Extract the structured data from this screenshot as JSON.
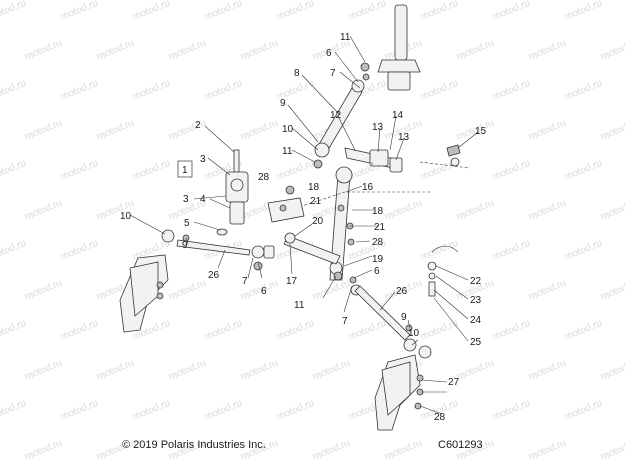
{
  "watermark": "motod.ru",
  "copyright": "© 2019 Polaris Industries Inc.",
  "diagram_code": "C601293",
  "callouts": [
    "1",
    "2",
    "3",
    "3",
    "4",
    "5",
    "6",
    "6",
    "6",
    "7",
    "7",
    "7",
    "8",
    "9",
    "9",
    "9",
    "10",
    "10",
    "10",
    "11",
    "11",
    "11",
    "12",
    "13",
    "13",
    "14",
    "15",
    "16",
    "17",
    "18",
    "18",
    "19",
    "20",
    "21",
    "21",
    "22",
    "23",
    "24",
    "25",
    "26",
    "26",
    "27",
    "28",
    "28",
    "28"
  ]
}
